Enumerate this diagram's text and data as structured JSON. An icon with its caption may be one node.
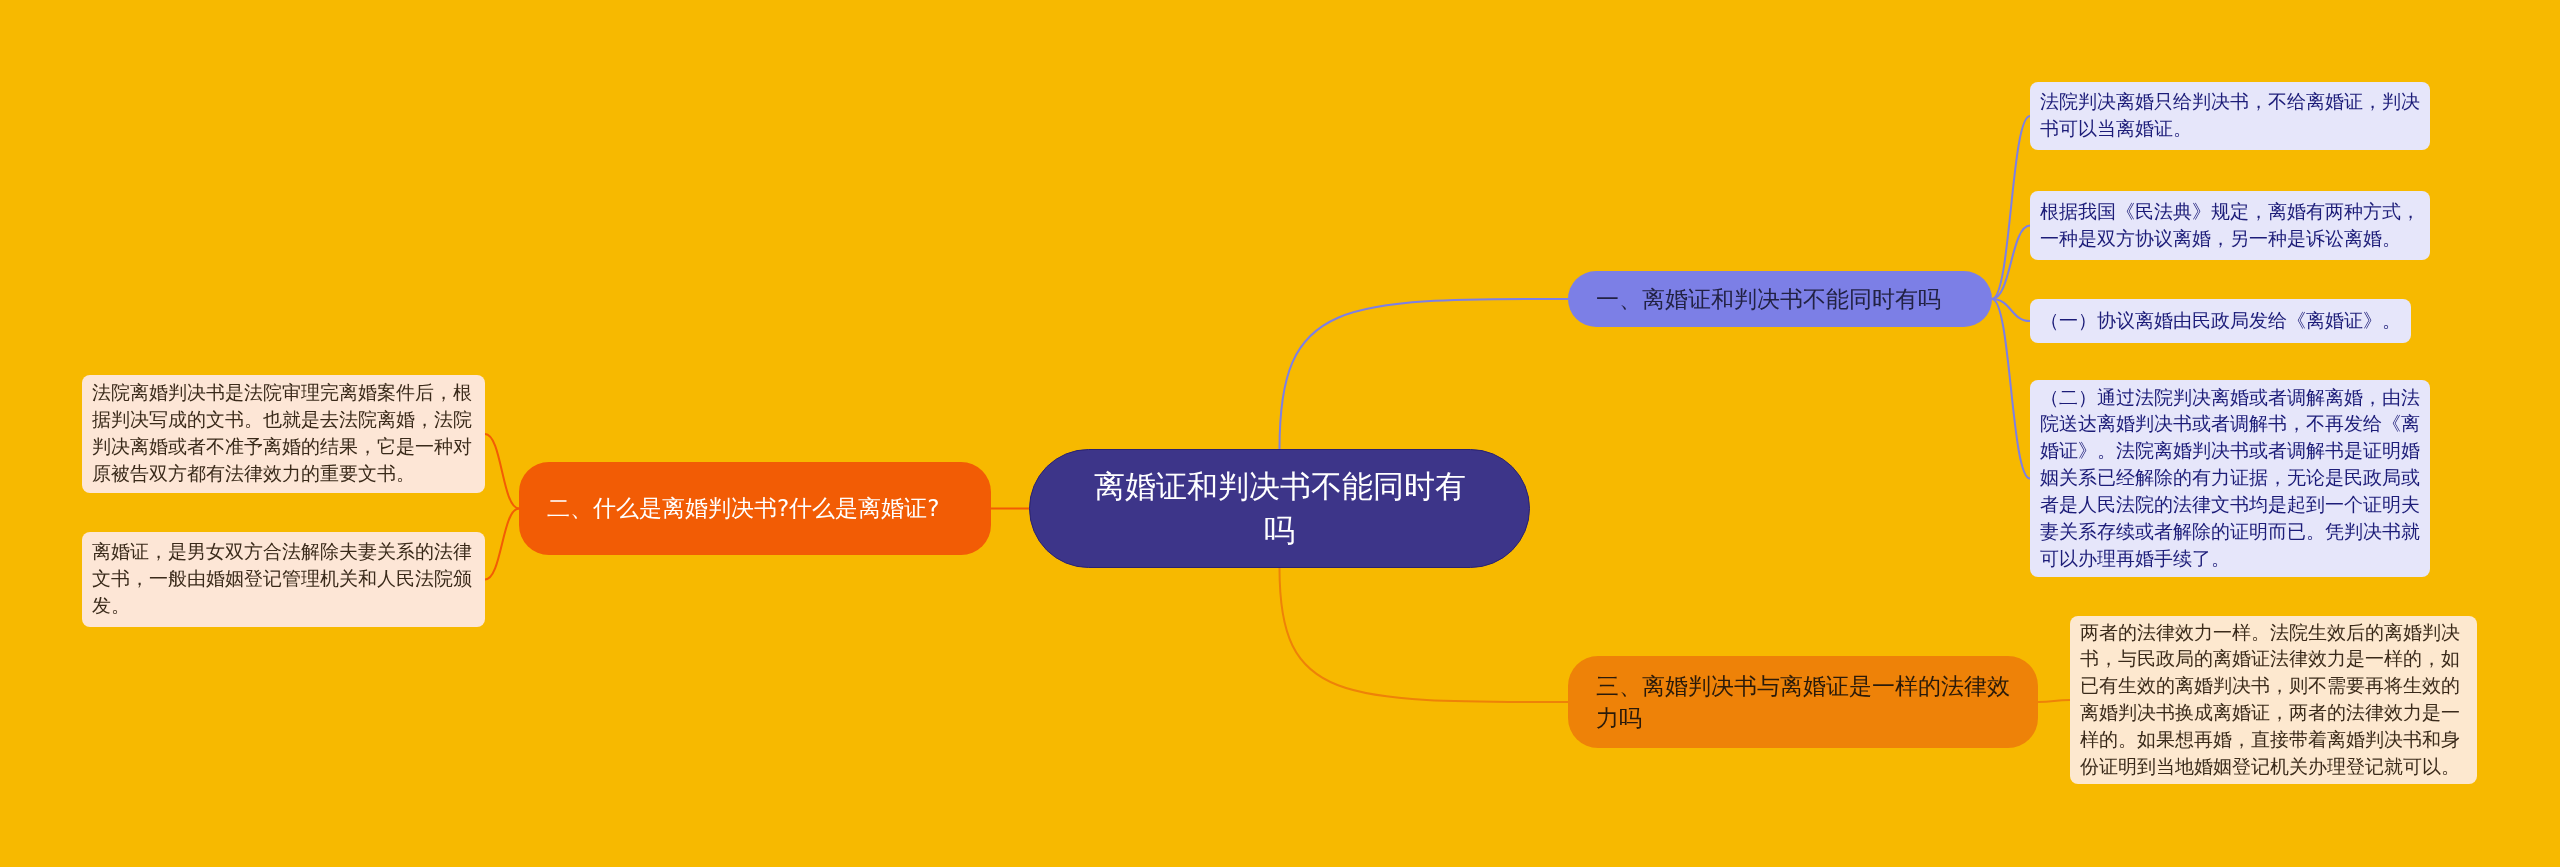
{
  "diagram": {
    "nodes": [
      {
        "text": [
          "离婚证和判决书不能同时有吗"
        ]
      },
      {
        "text": [
          "一、离婚证和判决书不能同时有吗"
        ]
      },
      {
        "text": [
          "法院判决离婚只给判决书，不给离婚证，判决书可以当离婚证。"
        ]
      },
      {
        "text": [
          "根据我国《民法典》规定，离婚有两种方式，一种是双方协议离婚，另一种是诉讼离婚。"
        ]
      },
      {
        "text": [
          "（一）协议离婚由民政局发给《离婚证》。"
        ]
      },
      {
        "text": [
          "（二）通过法院判决离婚或者调解离婚，由法院送达离婚判决书或者调解书，不再发给《离婚证》。法院离婚判决书或者调解书是证明婚姻关系已经解除的有力证据，无论是民政局或者是人民法院的法律文书均是起到一个证明夫妻关系存续或者解除的证明而已。凭判决书就可以办理再婚手续了。"
        ]
      },
      {
        "text": [
          "二、什么是离婚判决书?什么是离婚证?"
        ]
      },
      {
        "text": [
          "法院离婚判决书是法院审理完离婚案件后，根据判决写成的文书。也就是去法院离婚，法院判决离婚或者不准予离婚的结果，它是一种对原被告双方都有法律效力的重要文书。"
        ]
      },
      {
        "text": [
          "离婚证，是男女双方合法解除夫妻关系的法律文书，一般由婚姻登记管理机关和人民法院颁发。"
        ]
      },
      {
        "text": [
          "三、离婚判决书与离婚证是一样的法律效力吗"
        ]
      },
      {
        "text": [
          "两者的法律效力一样。法院生效后的离婚判决书，与民政局的离婚证法律效力是一样的，如已有生效的离婚判决书，则不需要再将生效的离婚判决书换成离婚证，两者的法律效力是一样的。如果想再婚，直接带着离婚判决书和身份证明到当地婚姻登记机关办理登记就可以。"
        ]
      }
    ],
    "edges": [
      {
        "from": 0,
        "to": 1,
        "arrow": "none",
        "color": "#7c7fe6"
      },
      {
        "from": 1,
        "to": 2,
        "arrow": "none",
        "color": "#7c7fe6"
      },
      {
        "from": 1,
        "to": 3,
        "arrow": "none",
        "color": "#7c7fe6"
      },
      {
        "from": 1,
        "to": 4,
        "arrow": "none",
        "color": "#7c7fe6"
      },
      {
        "from": 1,
        "to": 5,
        "arrow": "none",
        "color": "#7c7fe6"
      },
      {
        "from": 0,
        "to": 6,
        "arrow": "none",
        "color": "#f25c05"
      },
      {
        "from": 6,
        "to": 7,
        "arrow": "none",
        "color": "#f25c05"
      },
      {
        "from": 6,
        "to": 8,
        "arrow": "none",
        "color": "#f25c05"
      },
      {
        "from": 0,
        "to": 9,
        "arrow": "none",
        "color": "#ee8208"
      },
      {
        "from": 9,
        "to": 10,
        "arrow": "none",
        "color": "#ee8208"
      }
    ]
  }
}
